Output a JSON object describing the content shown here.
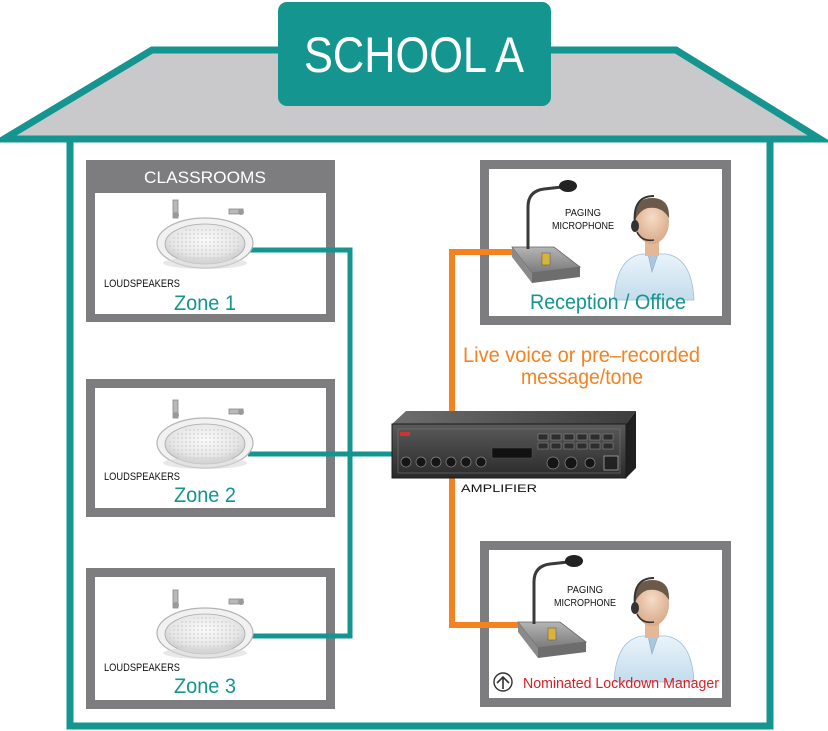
{
  "title": "SCHOOL A",
  "classrooms_header": "CLASSROOMS",
  "zones": [
    {
      "speaker_label": "LOUDSPEAKERS",
      "zone_label": "Zone 1"
    },
    {
      "speaker_label": "LOUDSPEAKERS",
      "zone_label": "Zone 2"
    },
    {
      "speaker_label": "LOUDSPEAKERS",
      "zone_label": "Zone 3"
    }
  ],
  "amplifier_label": "AMPLIFIER",
  "signal_note_line1": "Live voice or pre–recorded",
  "signal_note_line2": "message/tone",
  "stations": [
    {
      "mic_line1": "PAGING",
      "mic_line2": "MICROPHONE",
      "name": "Reception / Office"
    },
    {
      "mic_line1": "PAGING",
      "mic_line2": "MICROPHONE",
      "name": "Nominated Lockdown Manager"
    }
  ],
  "colors": {
    "teal": "#159590",
    "orange": "#f58220",
    "frame_gray": "#7d7d7f",
    "roof_gray": "#c9c9cb",
    "red_label": "#d81f26"
  }
}
